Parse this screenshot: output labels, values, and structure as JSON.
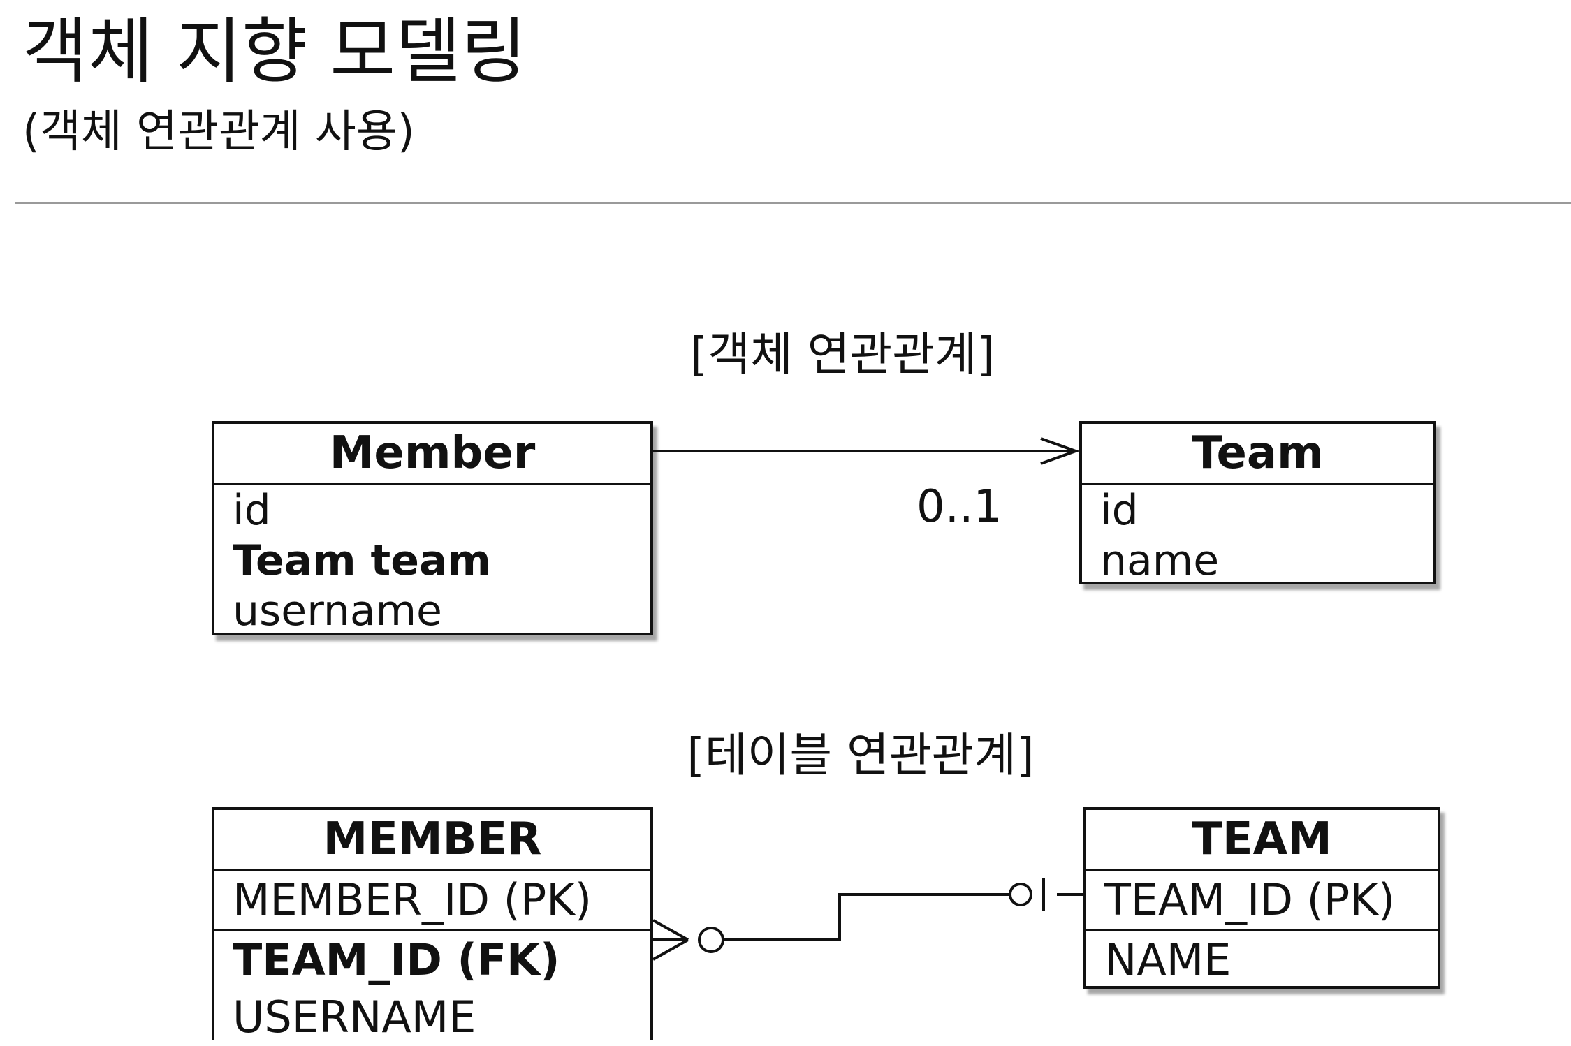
{
  "page": {
    "title": "객체 지향 모델링",
    "subtitle": "(객체 연관관계 사용)"
  },
  "object_model": {
    "label": "[객체 연관관계]",
    "member": {
      "name": "Member",
      "attributes": [
        "id",
        "Team team",
        "username"
      ]
    },
    "team": {
      "name": "Team",
      "attributes": [
        "id",
        "name"
      ]
    },
    "association": {
      "multiplicity": "0..1"
    }
  },
  "table_model": {
    "label": "[테이블 연관관계]",
    "member": {
      "name": "MEMBER",
      "attributes": [
        "MEMBER_ID (PK)",
        "TEAM_ID (FK)",
        "USERNAME"
      ]
    },
    "team": {
      "name": "TEAM",
      "attributes": [
        "TEAM_ID (PK)",
        "NAME"
      ]
    }
  }
}
